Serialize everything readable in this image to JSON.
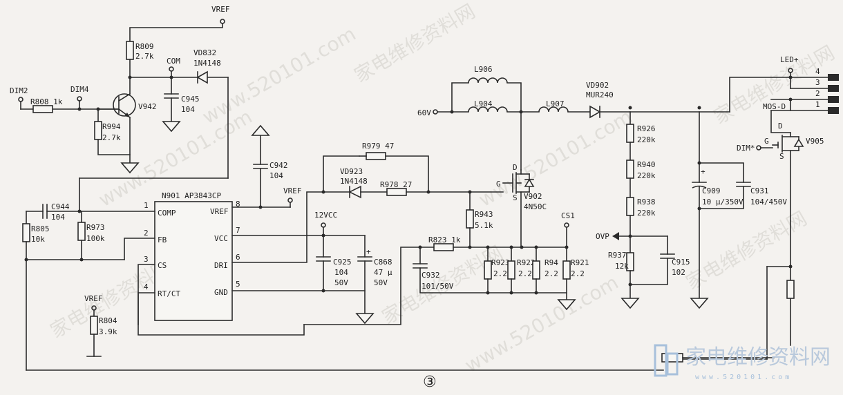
{
  "watermark": {
    "repeat_text": "家电维修资料网",
    "url_text": "www.520101.com",
    "brand_text": "家电维修资料网",
    "brand_url": "www.520101.com"
  },
  "figure_number": "③",
  "ic": {
    "title": "N901 AP3843CP",
    "pins": {
      "p1": "1",
      "p2": "2",
      "p3": "3",
      "p4": "4",
      "p5": "5",
      "p6": "6",
      "p7": "7",
      "p8": "8"
    },
    "pin_names": {
      "comp": "COMP",
      "fb": "FB",
      "cs": "CS",
      "rtct": "RT/CT",
      "vref": "VREF",
      "vcc": "VCC",
      "dri": "DRI",
      "gnd": "GND"
    }
  },
  "nets": {
    "vref_top": "VREF",
    "vref_ic": "VREF",
    "vref_left": "VREF",
    "com": "COM",
    "dim2": "DIM2",
    "dim4": "DIM4",
    "v12": "12VCC",
    "cs1": "CS1",
    "v60": "60V",
    "ovp": "OVP",
    "led_plus": "LED+",
    "mos_d": "MOS-D",
    "dim_star": "DIM*"
  },
  "components": {
    "r809": "R809",
    "r809_v": "2.7k",
    "vd832": "VD832",
    "vd832_v": "1N4148",
    "c945": "C945",
    "c945_v": "104",
    "r808": "R808  1k",
    "v942": "V942",
    "r994": "R994",
    "r994_v": "2.7k",
    "c942": "C942",
    "c942_v": "104",
    "c944": "C944",
    "c944_v": "104",
    "r805": "R805",
    "r805_v": "10k",
    "r973": "R973",
    "r973_v": "100k",
    "r804": "R804",
    "r804_v": "3.9k",
    "r979": "R979  47",
    "vd923": "VD923",
    "vd923_v": "1N4148",
    "r978": "R978  27",
    "c925": "C925",
    "c925_v": "104",
    "c925_v2": "50V",
    "c868": "C868",
    "c868_v": "47 μ",
    "c868_v2": "50V",
    "r943": "R943",
    "r943_v": "5.1k",
    "r823": "R823  1k",
    "c932": "C932",
    "c932_v": "101/50V",
    "r923": "R923",
    "r923_v": "2.2",
    "r922": "R922",
    "r922_v": "2.2",
    "r94": "R94",
    "r94_v": "2.2",
    "r921": "R921",
    "r921_v": "2.2",
    "l906": "L906",
    "l904": "L904",
    "l907": "L907",
    "v902": "V902",
    "v902_v": "4N50C",
    "g": "G",
    "d": "D",
    "s": "S",
    "vd902": "VD902",
    "vd902_v": "MUR240",
    "r926": "R926",
    "r926_v": "220k",
    "r940": "R940",
    "r940_v": "220k",
    "r938": "R938",
    "r938_v": "220k",
    "r937": "R937",
    "r937_v": "12k",
    "c915": "C915",
    "c915_v": "102",
    "c909": "C909",
    "c909_v": "10 μ/350V",
    "c931": "C931",
    "c931_v": "104/450V",
    "v905": "V905",
    "g2": "G",
    "d2": "D",
    "s2": "S",
    "plus1": "+",
    "plus2": "+"
  },
  "connector": {
    "pin4": "4",
    "pin3": "3",
    "pin2": "2",
    "pin1": "1"
  }
}
